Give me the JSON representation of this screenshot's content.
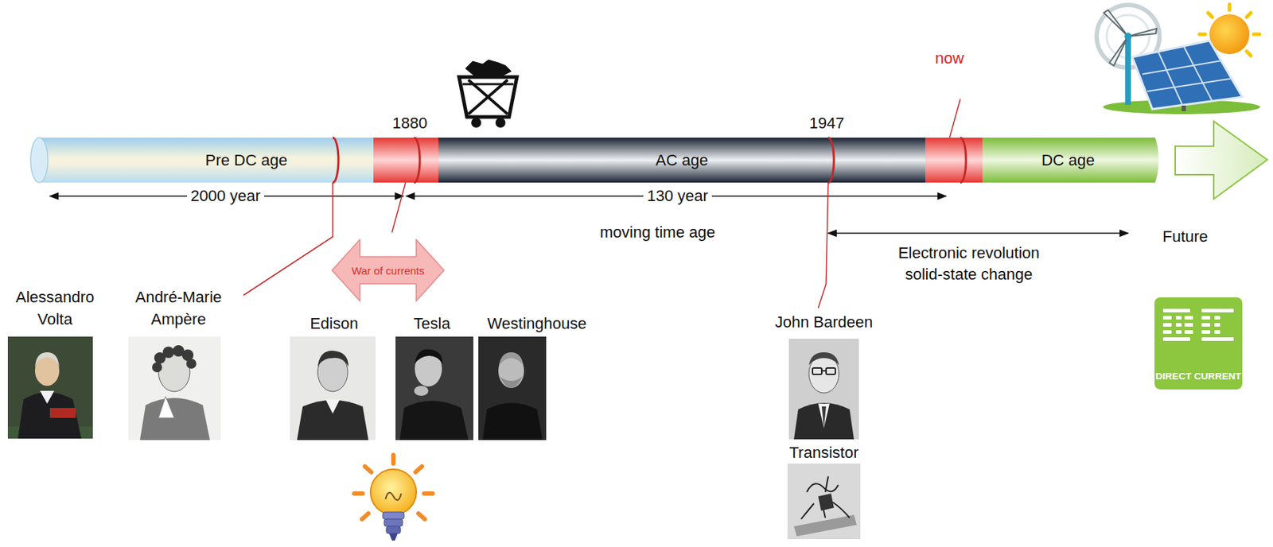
{
  "diagram": {
    "nodes": [
      {
        "text": [
          "Pre DC age"
        ]
      },
      {
        "text": [
          "AC age"
        ]
      },
      {
        "text": [
          "DC age"
        ]
      },
      {
        "text": [
          "War of currents"
        ]
      },
      {
        "text": [
          "DIRECT CURRENT"
        ]
      }
    ],
    "labels": [
      "1880",
      "1947",
      "now",
      "2000 year",
      "130 year",
      "moving time age",
      "Electronic revolution solid-state change",
      "Future",
      "Alessandro Volta",
      "André-Marie Ampère",
      "Edison",
      "Tesla",
      "Westinghouse",
      "John Bardeen",
      "Transistor"
    ]
  }
}
